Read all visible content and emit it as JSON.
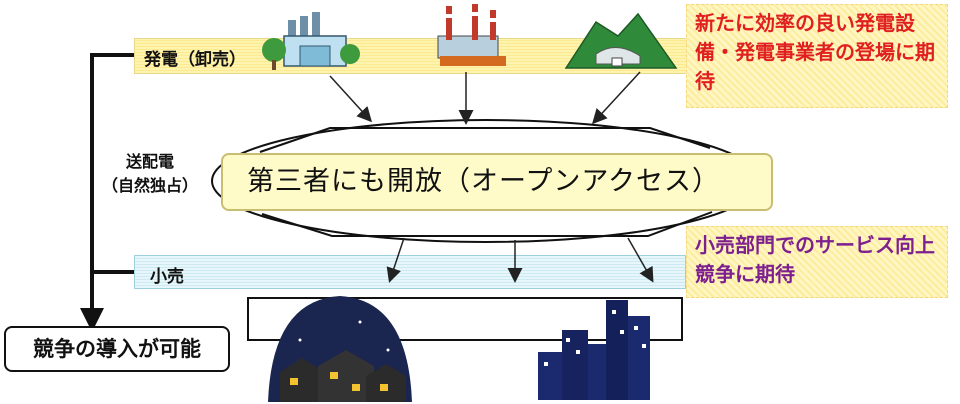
{
  "labels": {
    "generation": "発電（卸売）",
    "transmission_line1": "送配電",
    "transmission_line2": "（自然独占）",
    "open_access": "第三者にも開放（オープンアクセス）",
    "retail": "小売",
    "competition": "競争の導入が可能",
    "note_generation": "新たに効率の良い発電設備・発電事業者の登場に期待",
    "note_retail": "小売部門でのサービス向上競争に期待"
  },
  "colors": {
    "generation_band": "#fde98e",
    "retail_band": "#cdeaf3",
    "note_generation_text": "#e02020",
    "note_retail_text": "#7c1f8f",
    "open_box": "#fffbc8"
  },
  "icons": {
    "plant_1": "thermal-power-plant-icon",
    "plant_2": "power-station-chimneys-icon",
    "plant_3": "hydro-dam-mountain-icon",
    "consumer_1": "night-houses-icon",
    "consumer_2": "city-buildings-icon"
  }
}
